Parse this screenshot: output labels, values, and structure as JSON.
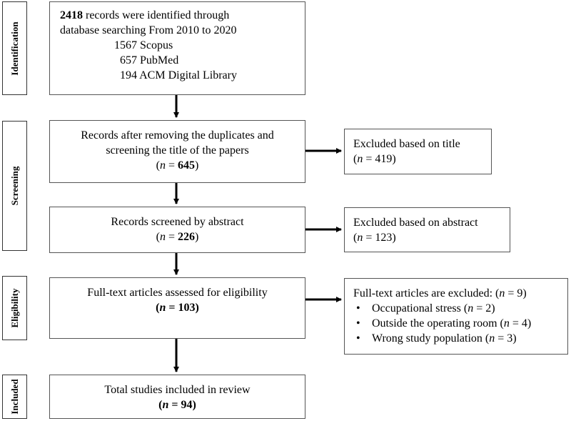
{
  "stages": [
    {
      "label": "Identification"
    },
    {
      "label": "Screening"
    },
    {
      "label": "Eligibility"
    },
    {
      "label": "Included"
    }
  ],
  "identification": {
    "count": "2418",
    "text1": " records were identified through",
    "text2": "database searching From 2010 to 2020",
    "sources": [
      "1567 Scopus",
      "657 PubMed",
      "194 ACM Digital Library"
    ]
  },
  "screening_title": {
    "line1": "Records after removing the duplicates and",
    "line2": "screening the title of the papers",
    "n_symbol": "n",
    "n_value": "645"
  },
  "excluded_title": {
    "line1": "Excluded based on title",
    "n_symbol": "n",
    "n_value": "419"
  },
  "screening_abstract": {
    "line1": "Records screened by abstract",
    "n_symbol": "n",
    "n_value": "226"
  },
  "excluded_abstract": {
    "line1": "Excluded based on abstract",
    "n_symbol": "n",
    "n_value": "123"
  },
  "eligibility": {
    "line1": "Full-text articles assessed for eligibility",
    "n_symbol": "n",
    "n_value": "103"
  },
  "excluded_fulltext": {
    "line1": "Full-text articles are excluded: (",
    "n_symbol": "n",
    "n_value": "9",
    "bullet": "•",
    "reasons": [
      {
        "label": "Occupational stress",
        "n": "2"
      },
      {
        "label": "Outside the operating room",
        "n": "4"
      },
      {
        "label": "Wrong study population",
        "n": "3"
      }
    ]
  },
  "included": {
    "line1": "Total studies included in review",
    "n_symbol": "n",
    "n_value": "94"
  }
}
